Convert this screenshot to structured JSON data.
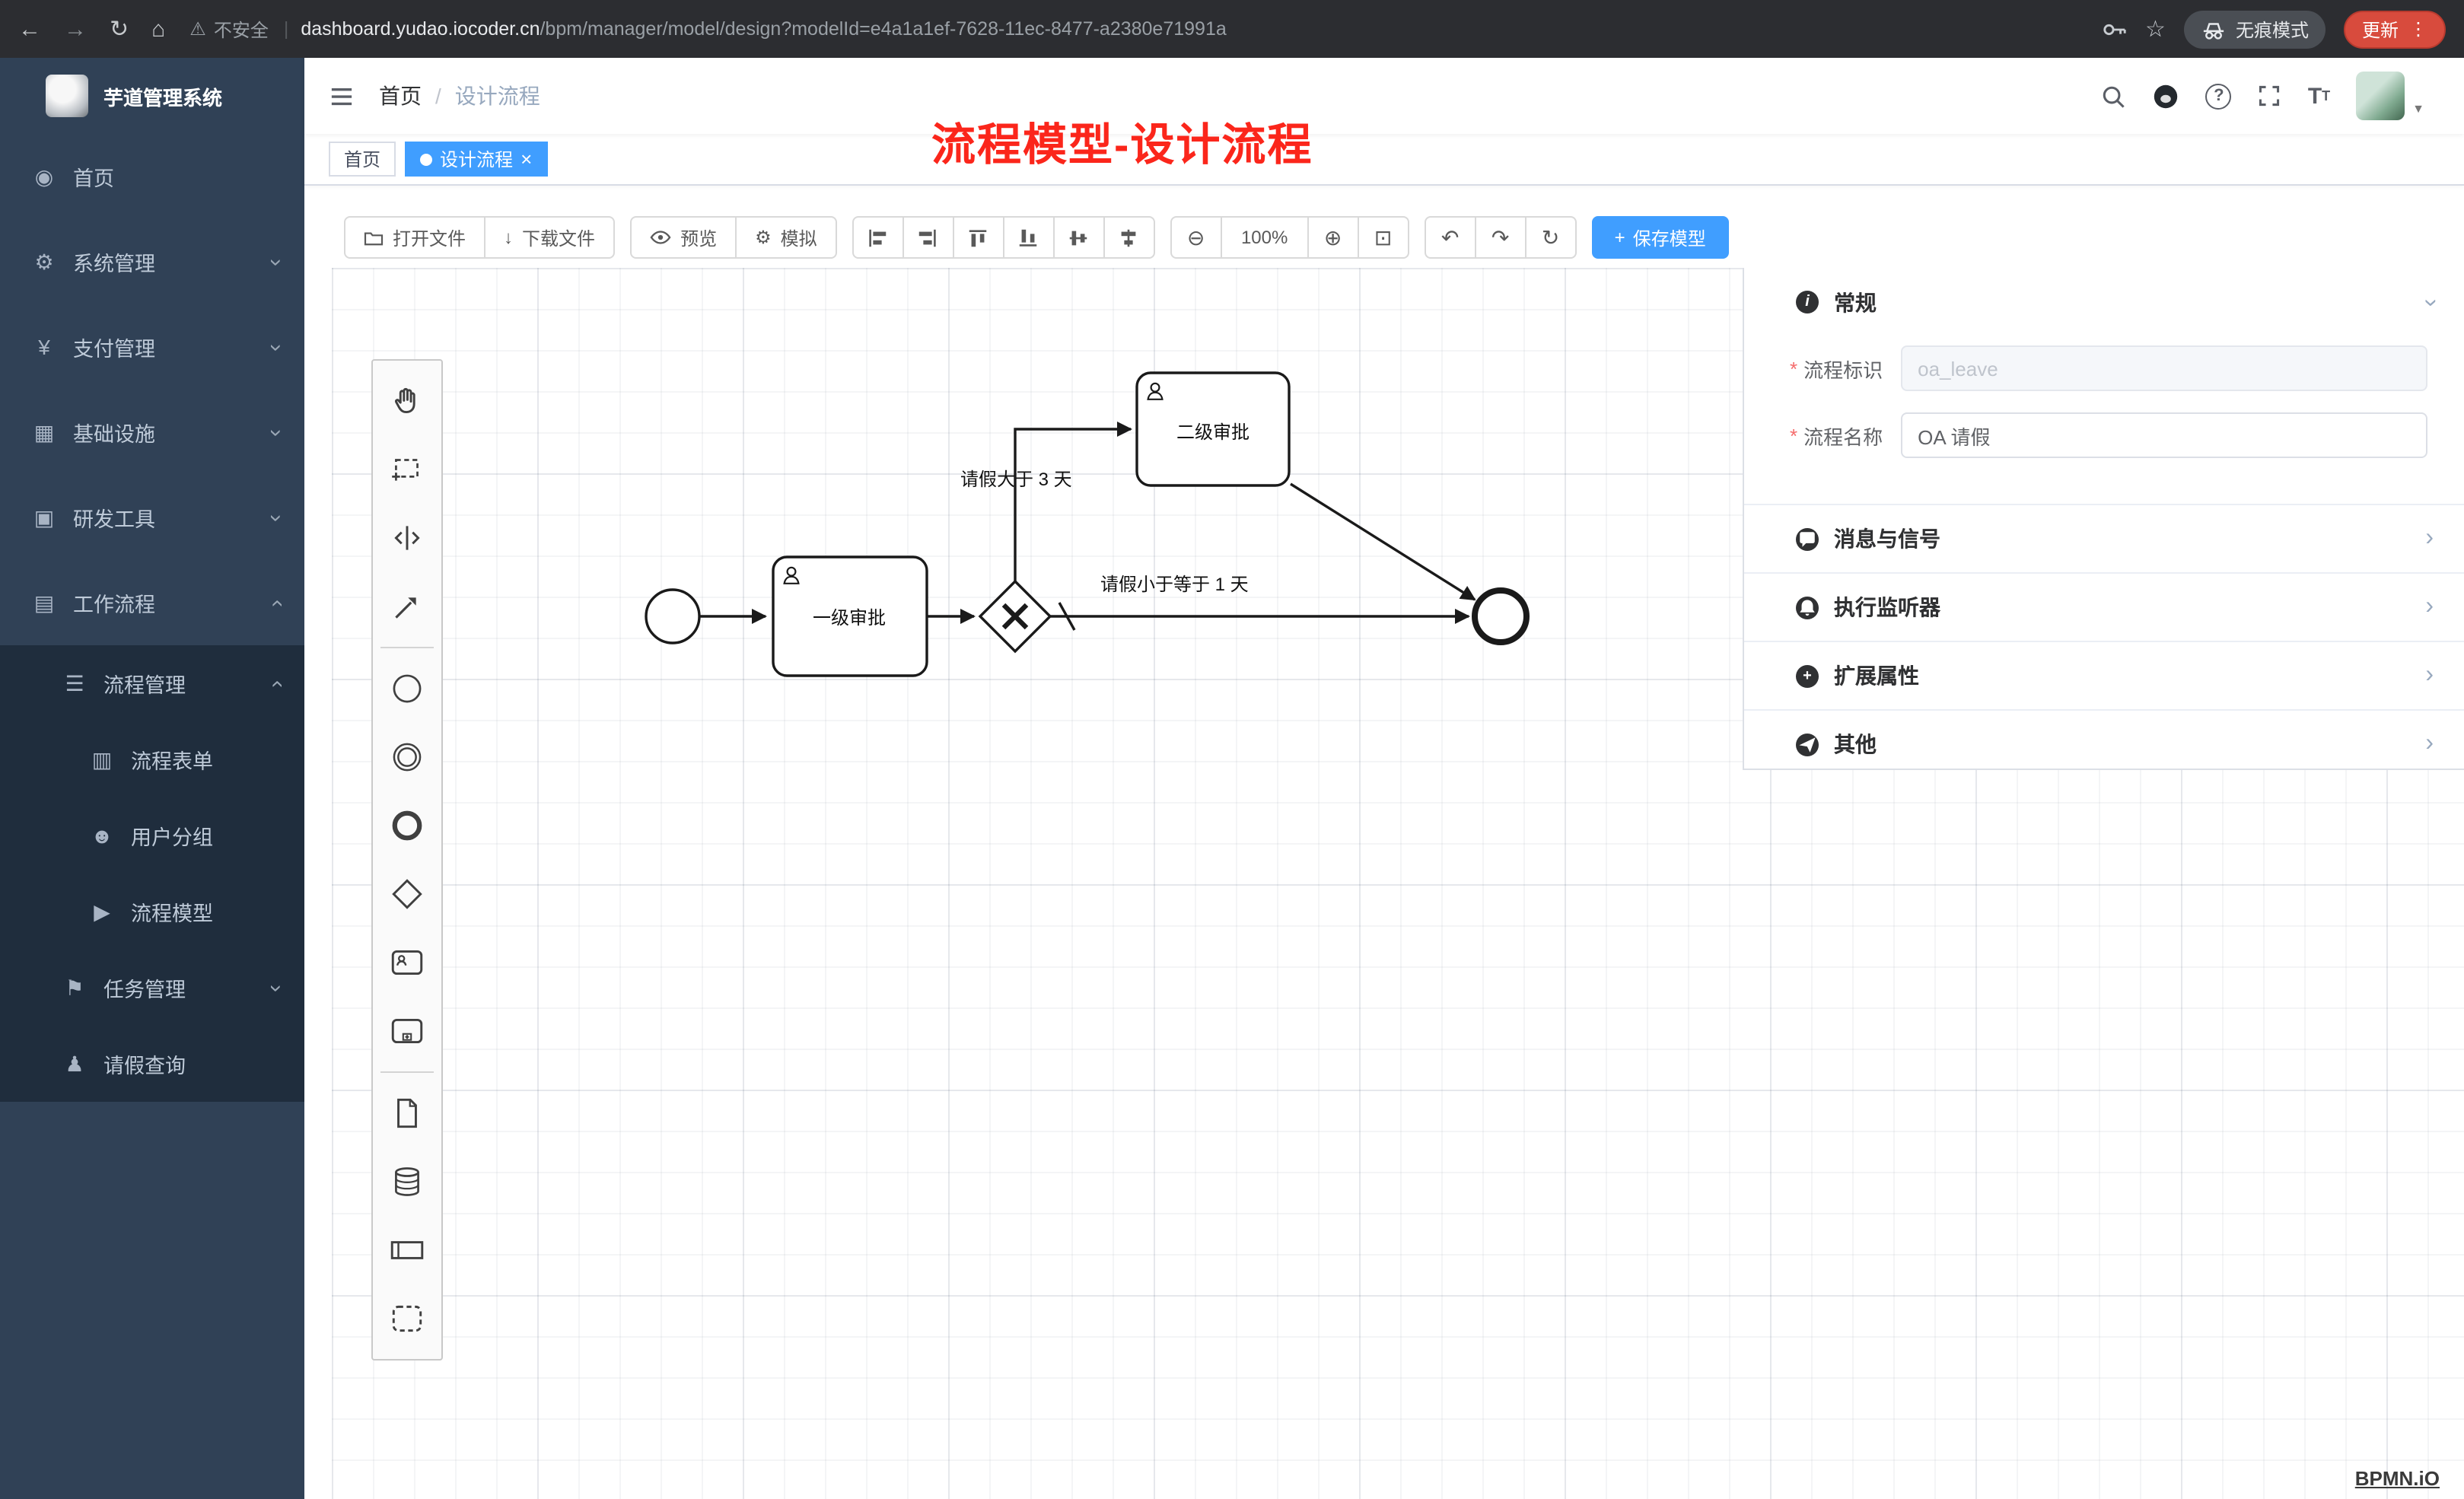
{
  "browser": {
    "security_label": "不安全",
    "url_domain": "dashboard.yudao.iocoder.cn",
    "url_path": "/bpm/manager/model/design?modelId=e4a1a1ef-7628-11ec-8477-a2380e71991a",
    "incognito_label": "无痕模式",
    "update_label": "更新"
  },
  "sidebar": {
    "logo_title": "芋道管理系统",
    "items": [
      {
        "label": "首页"
      },
      {
        "label": "系统管理"
      },
      {
        "label": "支付管理"
      },
      {
        "label": "基础设施"
      },
      {
        "label": "研发工具"
      },
      {
        "label": "工作流程"
      },
      {
        "label": "流程管理"
      },
      {
        "label": "流程表单"
      },
      {
        "label": "用户分组"
      },
      {
        "label": "流程模型"
      },
      {
        "label": "任务管理"
      },
      {
        "label": "请假查询"
      }
    ]
  },
  "navbar": {
    "breadcrumb_home": "首页",
    "breadcrumb_sep": "/",
    "breadcrumb_current": "设计流程",
    "font_icon": "T"
  },
  "tags": {
    "home": "首页",
    "active": "设计流程"
  },
  "annotation": "流程模型-设计流程",
  "toolbar": {
    "open_file": "打开文件",
    "download_file": "下载文件",
    "preview": "预览",
    "simulate": "模拟",
    "zoom_level": "100%",
    "save_model": "保存模型"
  },
  "diagram": {
    "task1": "一级审批",
    "task2": "二级审批",
    "flow_gt3": "请假大于 3 天",
    "flow_le1": "请假小于等于 1 天"
  },
  "panel": {
    "sections": {
      "general": "常规",
      "message_signal": "消息与信号",
      "execution_listener": "执行监听器",
      "extended_attrs": "扩展属性",
      "other": "其他"
    },
    "fields": {
      "process_key_label": "流程标识",
      "process_key_value": "oa_leave",
      "process_name_label": "流程名称",
      "process_name_value": "OA 请假"
    }
  },
  "watermark": "BPMN.iO",
  "icons": {
    "back": "←",
    "forward": "→",
    "reload": "↻",
    "browser_home": "⌂",
    "warning": "⚠",
    "divider": "|",
    "star": "☆",
    "dots": "⋮",
    "home": "◉",
    "gear": "⚙",
    "yen": "¥",
    "grid": "▦",
    "box": "▣",
    "briefcase": "▤",
    "list": "☰",
    "doc": "▥",
    "users": "☻",
    "model": "▶",
    "flag": "⚑",
    "user": "♟",
    "chevron": "›",
    "caret": "▼",
    "close": "×",
    "dot": "●",
    "download": "↓",
    "zoom_out": "⊖",
    "zoom_in": "⊕",
    "zoom_fit": "⊡",
    "undo": "↶",
    "redo": "↷",
    "restart": "↻",
    "plus": "+",
    "question": "?",
    "asterisk": "*",
    "info": "i"
  },
  "colors": {
    "accent": "#409eff",
    "sidebar_bg": "#304156",
    "submenu_bg": "#1f2d3d",
    "annotation_red": "#fb261b",
    "update_button_red": "#d84b3d"
  }
}
